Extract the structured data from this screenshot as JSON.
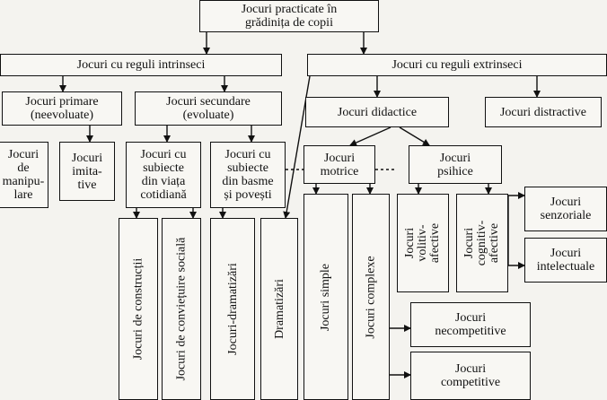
{
  "nodes": {
    "root": "Jocuri practicate în\ngrădinița de copii",
    "intrinseci": "Jocuri cu reguli intrinseci",
    "extrinseci": "Jocuri cu reguli extrinseci",
    "primare": "Jocuri primare\n(neevoluate)",
    "secundare": "Jocuri secundare\n(evoluate)",
    "didactice": "Jocuri didactice",
    "distractive": "Jocuri distractive",
    "manipulare": "Jocuri\nde\nmanipu-\nlare",
    "imitative": "Jocuri\nimita-\ntive",
    "viata": "Jocuri cu\nsubiecte\ndin viața\ncotidiană",
    "basme": "Jocuri cu\nsubiecte\ndin basme\nși povești",
    "motrice": "Jocuri\nmotrice",
    "psihice": "Jocuri\npsihice",
    "volitiv": "Jocuri\nvolitiv-afective",
    "cognitiv": "Jocuri\ncognitiv-afective",
    "senzoriale": "Jocuri\nsenzoriale",
    "intelectuale": "Jocuri\nintelectuale",
    "constructii": "Jocuri de construcții",
    "convietuire": "Jocuri de conviețuire socială",
    "dramatizari_jocuri": "Jocuri-dramatizări",
    "dramatizari": "Dramatizări",
    "simple": "Jocuri simple",
    "complexe": "Jocuri complexe",
    "necompetitive": "Jocuri\nnecompetitive",
    "competitive": "Jocuri\ncompetitive"
  }
}
